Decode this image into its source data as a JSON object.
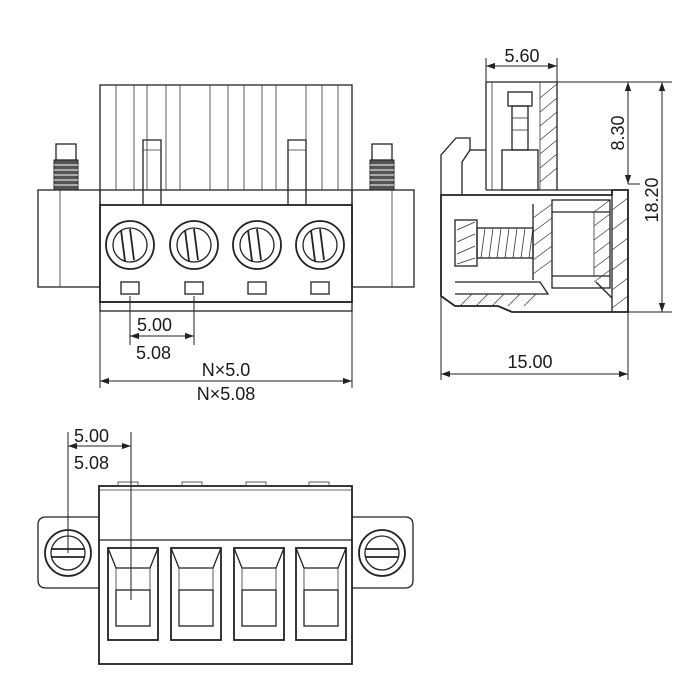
{
  "front_view": {
    "dim_pitch_a": "5.00",
    "dim_pitch_b": "5.08",
    "dim_total_a": "N×5.0",
    "dim_total_b": "N×5.08"
  },
  "side_view": {
    "dim_top_width": "5.60",
    "dim_upper_height": "8.30",
    "dim_total_height": "18.20",
    "dim_depth": "15.00"
  },
  "bottom_view": {
    "dim_pitch_a": "5.00",
    "dim_pitch_b": "5.08"
  }
}
